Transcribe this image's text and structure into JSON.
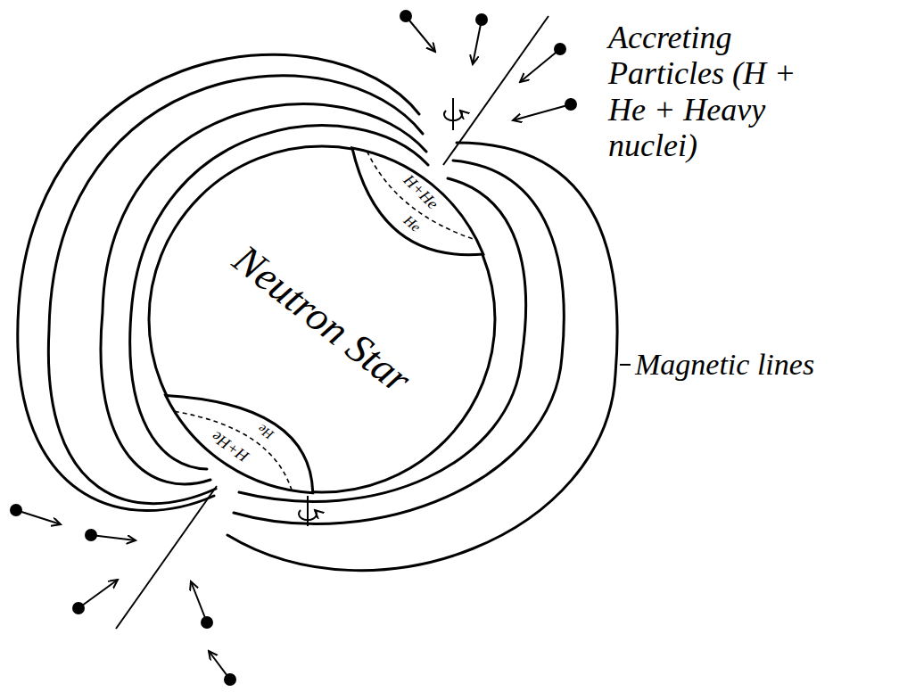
{
  "diagram": {
    "nodes": [
      {
        "text": [
          "Neutron Star"
        ]
      },
      {
        "text": [
          "H+He",
          "He"
        ],
        "in": 0
      },
      {
        "text": [
          "H+He",
          "He"
        ],
        "in": 0
      }
    ],
    "labels": [
      "Accreting Particles (H + He + Heavy nuclei)",
      "Magnetic lines"
    ]
  }
}
